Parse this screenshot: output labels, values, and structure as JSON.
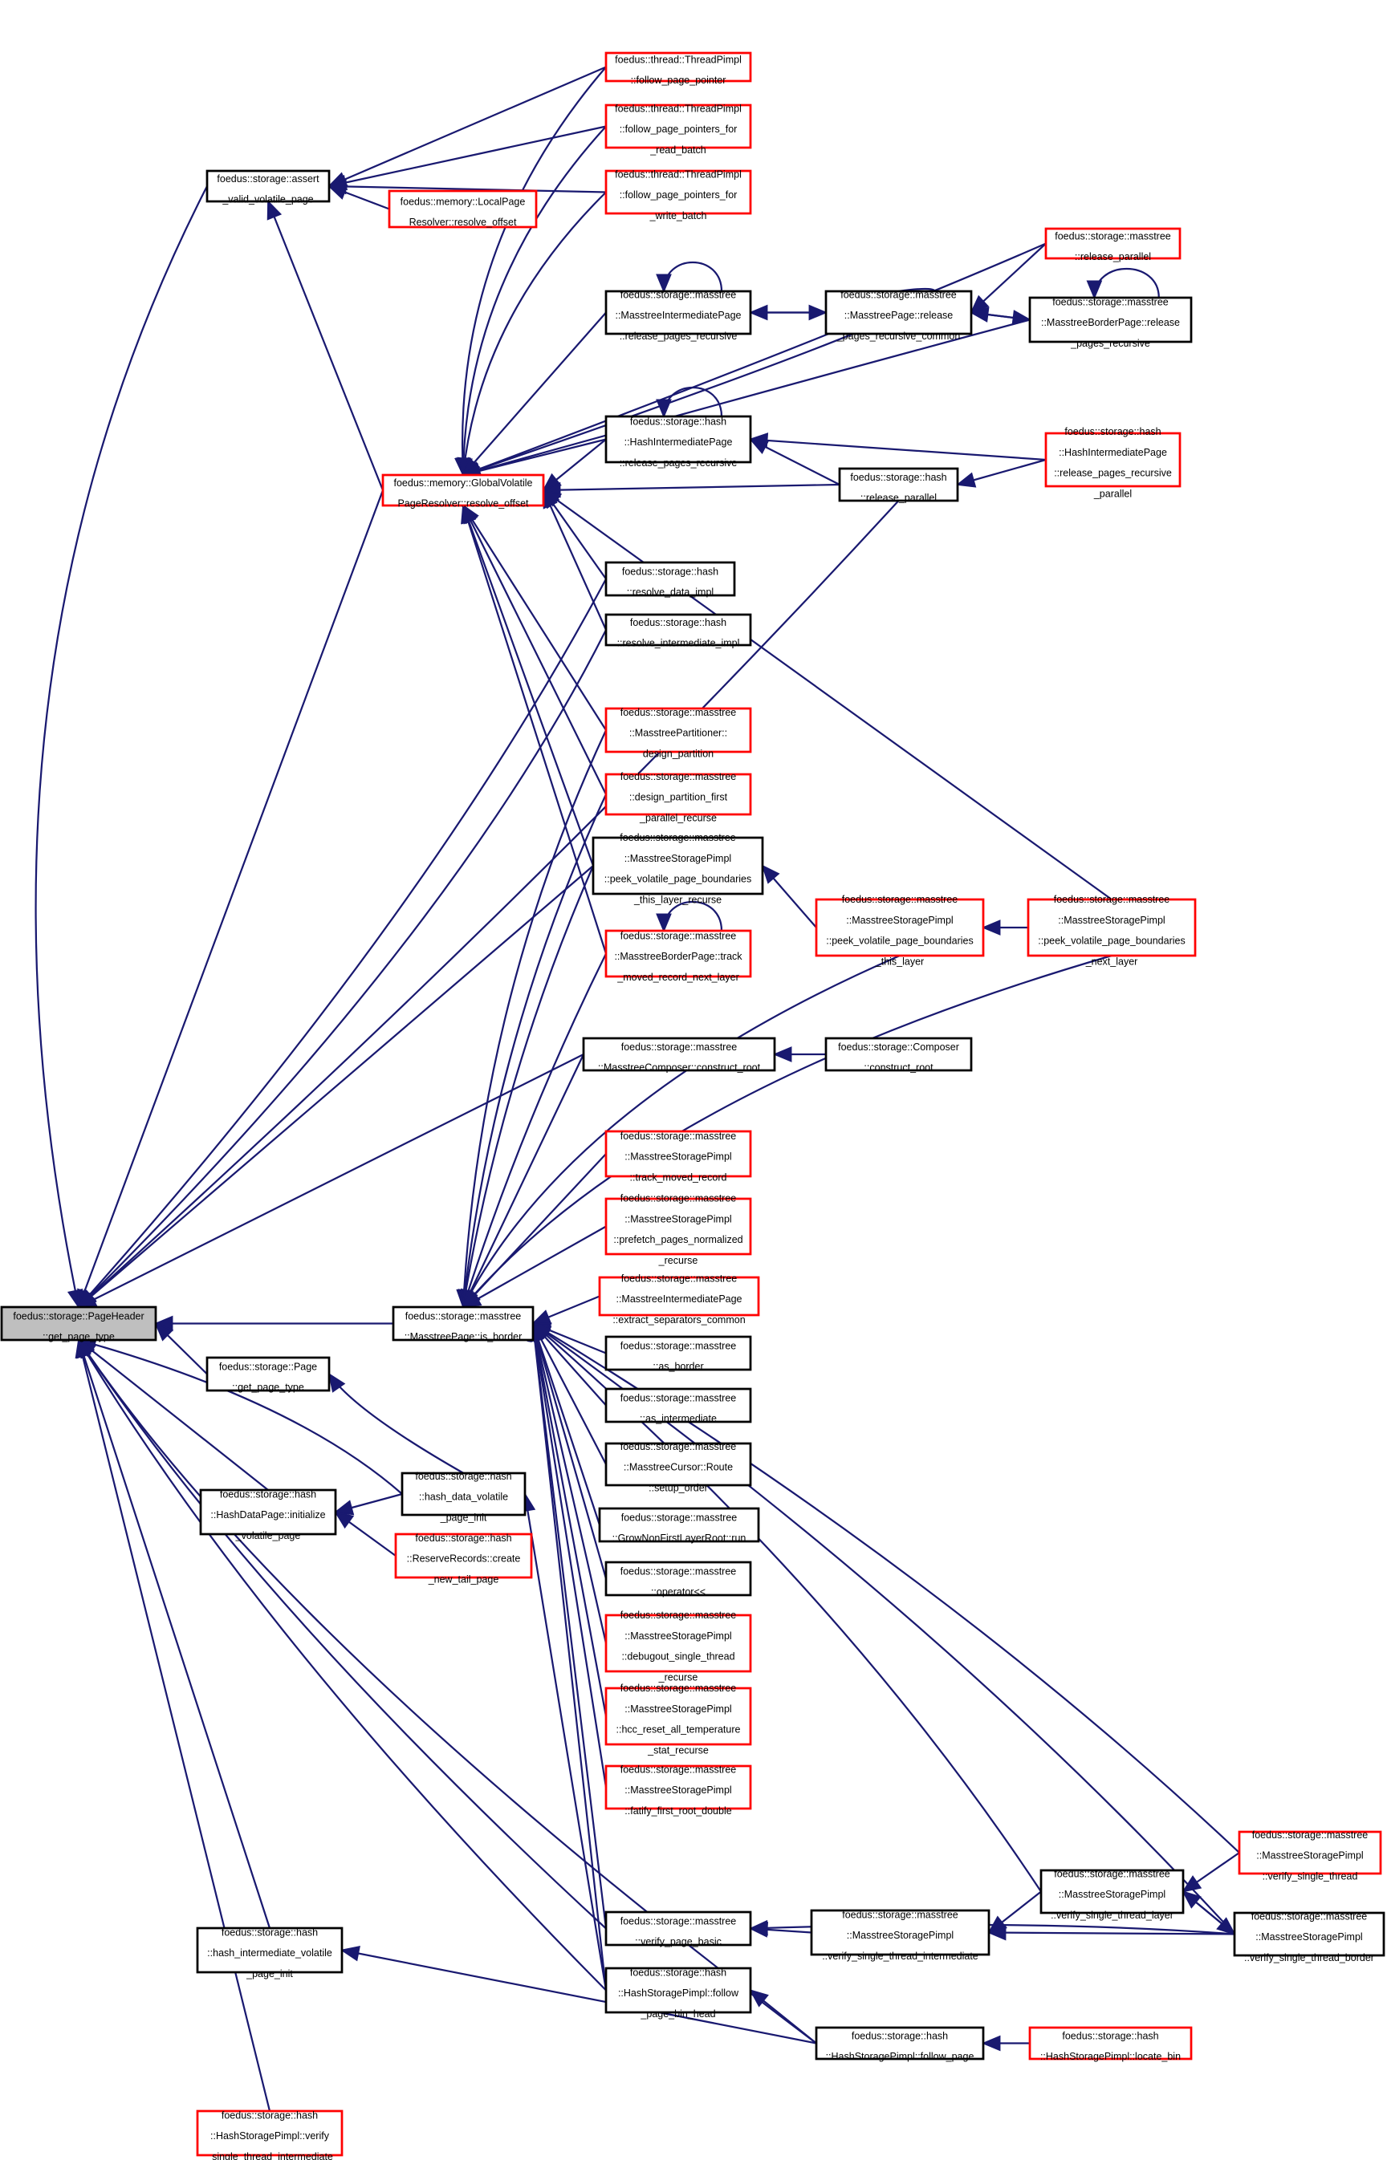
{
  "colors": {
    "edge": "#191970",
    "node_border": "#000000",
    "node_border_incomplete": "#ff0000",
    "root_fill": "#bfbfbf",
    "background": "#ffffff"
  },
  "nodes": [
    {
      "id": "root",
      "style": "root",
      "lines": [
        "foedus::storage::PageHeader",
        "::get_page_type"
      ]
    },
    {
      "id": "assert",
      "style": "black",
      "lines": [
        "foedus::storage::assert",
        "_valid_volatile_page"
      ]
    },
    {
      "id": "localres",
      "style": "red",
      "lines": [
        "foedus::memory::LocalPage",
        "Resolver::resolve_offset"
      ]
    },
    {
      "id": "gvpr",
      "style": "red",
      "lines": [
        "foedus::memory::GlobalVolatile",
        "PageResolver::resolve_offset"
      ]
    },
    {
      "id": "tp1",
      "style": "red",
      "lines": [
        "foedus::thread::ThreadPimpl",
        "::follow_page_pointer"
      ]
    },
    {
      "id": "tp2",
      "style": "red",
      "lines": [
        "foedus::thread::ThreadPimpl",
        "::follow_page_pointers_for",
        "_read_batch"
      ]
    },
    {
      "id": "tp3",
      "style": "red",
      "lines": [
        "foedus::thread::ThreadPimpl",
        "::follow_page_pointers_for",
        "_write_batch"
      ]
    },
    {
      "id": "mrp",
      "style": "red",
      "lines": [
        "foedus::storage::masstree",
        "::release_parallel"
      ]
    },
    {
      "id": "miprr",
      "style": "black",
      "lines": [
        "foedus::storage::masstree",
        "::MasstreeIntermediatePage",
        "::release_pages_recursive"
      ]
    },
    {
      "id": "mpprc",
      "style": "black",
      "lines": [
        "foedus::storage::masstree",
        "::MasstreePage::release",
        "_pages_recursive_common"
      ]
    },
    {
      "id": "mbprr",
      "style": "black",
      "lines": [
        "foedus::storage::masstree",
        "::MasstreeBorderPage::release",
        "_pages_recursive"
      ]
    },
    {
      "id": "hiprr",
      "style": "black",
      "lines": [
        "foedus::storage::hash",
        "::HashIntermediatePage",
        "::release_pages_recursive"
      ]
    },
    {
      "id": "hrp",
      "style": "black",
      "lines": [
        "foedus::storage::hash",
        "::release_parallel"
      ]
    },
    {
      "id": "hiprrp",
      "style": "red",
      "lines": [
        "foedus::storage::hash",
        "::HashIntermediatePage",
        "::release_pages_recursive",
        "_parallel"
      ]
    },
    {
      "id": "rdi",
      "style": "black",
      "lines": [
        "foedus::storage::hash",
        "::resolve_data_impl"
      ]
    },
    {
      "id": "rii",
      "style": "black",
      "lines": [
        "foedus::storage::hash",
        "::resolve_intermediate_impl"
      ]
    },
    {
      "id": "mpdp",
      "style": "red",
      "lines": [
        "foedus::storage::masstree",
        "::MasstreePartitioner::",
        "design_partition"
      ]
    },
    {
      "id": "dpfpr",
      "style": "red",
      "lines": [
        "foedus::storage::masstree",
        "::design_partition_first",
        "_parallel_recurse"
      ]
    },
    {
      "id": "pvpbtlr",
      "style": "black",
      "lines": [
        "foedus::storage::masstree",
        "::MasstreeStoragePimpl",
        "::peek_volatile_page_boundaries",
        "_this_layer_recurse"
      ]
    },
    {
      "id": "pvpbtl",
      "style": "red",
      "lines": [
        "foedus::storage::masstree",
        "::MasstreeStoragePimpl",
        "::peek_volatile_page_boundaries",
        "_this_layer"
      ]
    },
    {
      "id": "pvpbnl",
      "style": "red",
      "lines": [
        "foedus::storage::masstree",
        "::MasstreeStoragePimpl",
        "::peek_volatile_page_boundaries",
        "_next_layer"
      ]
    },
    {
      "id": "mbptm",
      "style": "red",
      "lines": [
        "foedus::storage::masstree",
        "::MasstreeBorderPage::track",
        "_moved_record_next_layer"
      ]
    },
    {
      "id": "mccr",
      "style": "black",
      "lines": [
        "foedus::storage::masstree",
        "::MasstreeComposer::construct_root"
      ]
    },
    {
      "id": "ccr",
      "style": "black",
      "lines": [
        "foedus::storage::Composer",
        "::construct_root"
      ]
    },
    {
      "id": "tmr",
      "style": "red",
      "lines": [
        "foedus::storage::masstree",
        "::MasstreeStoragePimpl",
        "::track_moved_record"
      ]
    },
    {
      "id": "ppnr",
      "style": "red",
      "lines": [
        "foedus::storage::masstree",
        "::MasstreeStoragePimpl",
        "::prefetch_pages_normalized",
        "_recurse"
      ]
    },
    {
      "id": "esc",
      "style": "red",
      "lines": [
        "foedus::storage::masstree",
        "::MasstreeIntermediatePage",
        "::extract_separators_common"
      ]
    },
    {
      "id": "isb",
      "style": "black",
      "lines": [
        "foedus::storage::masstree",
        "::MasstreePage::is_border"
      ]
    },
    {
      "id": "asb",
      "style": "black",
      "lines": [
        "foedus::storage::masstree",
        "::as_border"
      ]
    },
    {
      "id": "asi",
      "style": "black",
      "lines": [
        "foedus::storage::masstree",
        "::as_intermediate"
      ]
    },
    {
      "id": "mcrso",
      "style": "black",
      "lines": [
        "foedus::storage::masstree",
        "::MasstreeCursor::Route",
        "::setup_order"
      ]
    },
    {
      "id": "gnflr",
      "style": "black",
      "lines": [
        "foedus::storage::masstree",
        "::GrowNonFirstLayerRoot::run"
      ]
    },
    {
      "id": "opl",
      "style": "black",
      "lines": [
        "foedus::storage::masstree",
        "::operator<<"
      ]
    },
    {
      "id": "dstr",
      "style": "red",
      "lines": [
        "foedus::storage::masstree",
        "::MasstreeStoragePimpl",
        "::debugout_single_thread",
        "_recurse"
      ]
    },
    {
      "id": "hratsr",
      "style": "red",
      "lines": [
        "foedus::storage::masstree",
        "::MasstreeStoragePimpl",
        "::hcc_reset_all_temperature",
        "_stat_recurse"
      ]
    },
    {
      "id": "ffrd",
      "style": "red",
      "lines": [
        "foedus::storage::masstree",
        "::MasstreeStoragePimpl",
        "::fatify_first_root_double"
      ]
    },
    {
      "id": "pgpt",
      "style": "black",
      "lines": [
        "foedus::storage::Page",
        "::get_page_type"
      ]
    },
    {
      "id": "hdpi",
      "style": "black",
      "lines": [
        "foedus::storage::hash",
        "::HashDataPage::initialize",
        "_volatile_page"
      ]
    },
    {
      "id": "hdvpi",
      "style": "black",
      "lines": [
        "foedus::storage::hash",
        "::hash_data_volatile",
        "_page_init"
      ]
    },
    {
      "id": "rrcntp",
      "style": "red",
      "lines": [
        "foedus::storage::hash",
        "::ReserveRecords::create",
        "_new_tail_page"
      ]
    },
    {
      "id": "mvst",
      "style": "red",
      "lines": [
        "foedus::storage::masstree",
        "::MasstreeStoragePimpl",
        "::verify_single_thread"
      ]
    },
    {
      "id": "vstl",
      "style": "black",
      "lines": [
        "foedus::storage::masstree",
        "::MasstreeStoragePimpl",
        "::verify_single_thread_layer"
      ]
    },
    {
      "id": "vpb",
      "style": "black",
      "lines": [
        "foedus::storage::masstree",
        "::verify_page_basic"
      ]
    },
    {
      "id": "vsti",
      "style": "black",
      "lines": [
        "foedus::storage::masstree",
        "::MasstreeStoragePimpl",
        "::verify_single_thread_intermediate"
      ]
    },
    {
      "id": "vstb",
      "style": "black",
      "lines": [
        "foedus::storage::masstree",
        "::MasstreeStoragePimpl",
        "::verify_single_thread_border"
      ]
    },
    {
      "id": "hivpi",
      "style": "black",
      "lines": [
        "foedus::storage::hash",
        "::hash_intermediate_volatile",
        "_page_init"
      ]
    },
    {
      "id": "hspfpbh",
      "style": "black",
      "lines": [
        "foedus::storage::hash",
        "::HashStoragePimpl::follow",
        "_page_bin_head"
      ]
    },
    {
      "id": "hspfp",
      "style": "black",
      "lines": [
        "foedus::storage::hash",
        "::HashStoragePimpl::follow_page"
      ]
    },
    {
      "id": "hsplb",
      "style": "red",
      "lines": [
        "foedus::storage::hash",
        "::HashStoragePimpl::locate_bin"
      ]
    },
    {
      "id": "hsvsti",
      "style": "red",
      "lines": [
        "foedus::storage::hash",
        "::HashStoragePimpl::verify",
        "_single_thread_intermediate"
      ]
    }
  ]
}
